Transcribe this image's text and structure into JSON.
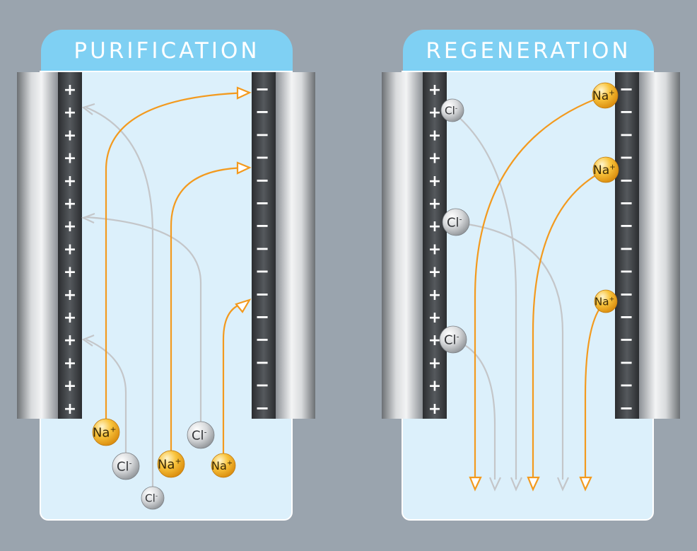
{
  "panels": [
    {
      "title": "PURIFICATION",
      "ions": [
        {
          "label": "Na",
          "charge": "+",
          "kind": "cation"
        },
        {
          "label": "Cl",
          "charge": "-",
          "kind": "anion"
        },
        {
          "label": "Na",
          "charge": "+",
          "kind": "cation"
        },
        {
          "label": "Cl",
          "charge": "-",
          "kind": "anion"
        },
        {
          "label": "Cl",
          "charge": "-",
          "kind": "anion"
        },
        {
          "label": "Na",
          "charge": "+",
          "kind": "cation"
        }
      ]
    },
    {
      "title": "REGENERATION",
      "ions": [
        {
          "label": "Cl",
          "charge": "-",
          "kind": "anion"
        },
        {
          "label": "Cl",
          "charge": "-",
          "kind": "anion"
        },
        {
          "label": "Cl",
          "charge": "-",
          "kind": "anion"
        },
        {
          "label": "Na",
          "charge": "+",
          "kind": "cation"
        },
        {
          "label": "Na",
          "charge": "+",
          "kind": "cation"
        },
        {
          "label": "Na",
          "charge": "+",
          "kind": "cation"
        }
      ]
    }
  ],
  "electrode_signs": {
    "positive": "+",
    "negative": "−"
  },
  "colors": {
    "background": "#9aa4ae",
    "title_tab": "#7fd0f3",
    "water": "#dcf0fb",
    "cation_arrow": "#f39a1e",
    "anion_arrow": "#c4c6c9",
    "electrode_dark": "#3a3d40"
  },
  "icons": [
    "plus-sign-icon",
    "minus-sign-icon",
    "arrow-head-icon"
  ]
}
